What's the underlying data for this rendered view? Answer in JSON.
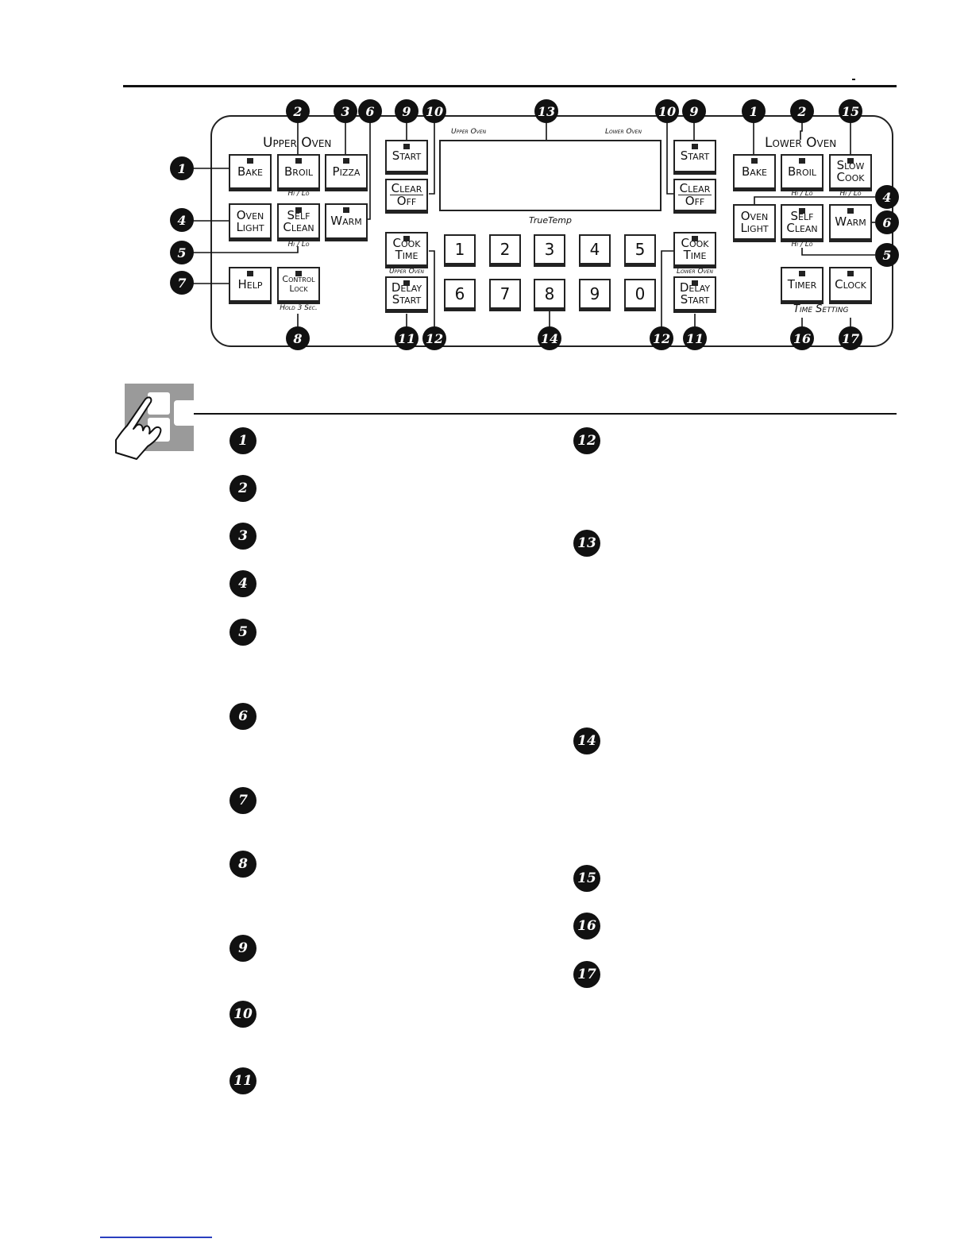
{
  "panel": {
    "upper_oven_label": "Upper Oven",
    "lower_oven_label": "Lower Oven",
    "display_upper_label": "Upper Oven",
    "display_lower_label": "Lower Oven",
    "truetemp": "TrueTemp",
    "hi_lo": "Hi / Lo",
    "hold_3_sec": "Hold 3 Sec.",
    "upper_oven_small": "Upper Oven",
    "lower_oven_small": "Lower Oven",
    "time_setting": "Time Setting",
    "upper": {
      "bake": [
        "Bake"
      ],
      "broil": [
        "Broil"
      ],
      "pizza": [
        "Pizza"
      ],
      "oven_light": [
        "Oven",
        "Light"
      ],
      "self_clean": [
        "Self",
        "Clean"
      ],
      "warm": [
        "Warm"
      ],
      "help": [
        "Help"
      ],
      "control_lock": [
        "Control",
        "Lock"
      ]
    },
    "center": {
      "start": [
        "Start"
      ],
      "clear_off": [
        "Clear",
        "Off"
      ],
      "cook_time": [
        "Cook",
        "Time"
      ],
      "delay_start": [
        "Delay",
        "Start"
      ],
      "digits_row1": [
        "1",
        "2",
        "3",
        "4",
        "5"
      ],
      "digits_row2": [
        "6",
        "7",
        "8",
        "9",
        "0"
      ]
    },
    "lower": {
      "bake": [
        "Bake"
      ],
      "broil": [
        "Broil"
      ],
      "slow_cook": [
        "Slow",
        "Cook"
      ],
      "oven_light": [
        "Oven",
        "Light"
      ],
      "self_clean": [
        "Self",
        "Clean"
      ],
      "warm": [
        "Warm"
      ],
      "timer": [
        "Timer"
      ],
      "clock": [
        "Clock"
      ]
    }
  },
  "callouts": [
    "1",
    "2",
    "3",
    "4",
    "5",
    "6",
    "7",
    "8",
    "9",
    "10",
    "11",
    "12",
    "13",
    "14",
    "15",
    "16",
    "17"
  ],
  "left_list": [
    "1",
    "2",
    "3",
    "4",
    "5",
    "6",
    "7",
    "8",
    "9",
    "10",
    "11"
  ],
  "right_list": [
    "12",
    "13",
    "14",
    "15",
    "16",
    "17"
  ],
  "colors": {
    "ink": "#111111",
    "icon_box": "#9a9a9a",
    "link_underline": "#2a3fbf"
  },
  "icons": {
    "section_icon": "hand-pointer-icon"
  }
}
